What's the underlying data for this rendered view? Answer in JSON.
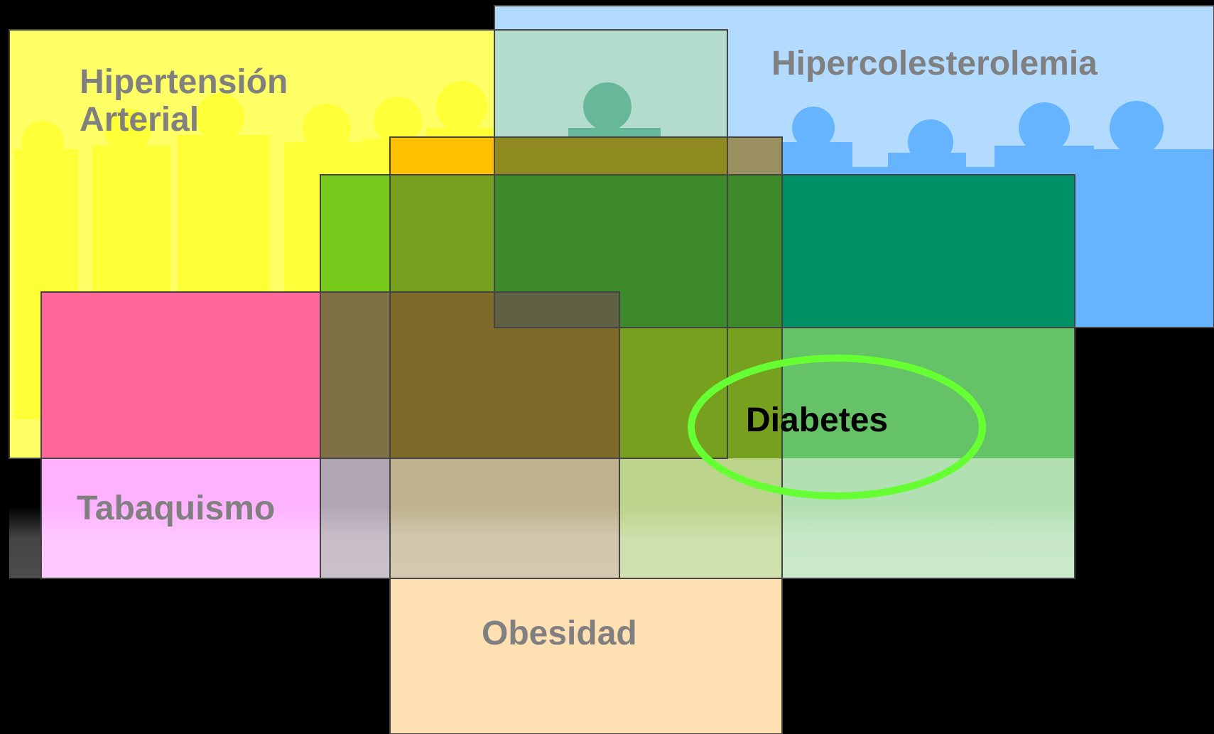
{
  "diagram": {
    "sets": [
      {
        "key": "hipertension",
        "label_lines": [
          "Hipertensión",
          "Arterial"
        ],
        "color": "#ffff66"
      },
      {
        "key": "hipercolesterolemia",
        "label_lines": [
          "Hipercolesterolemia"
        ],
        "color": "#66b3ff"
      },
      {
        "key": "tabaquismo",
        "label_lines": [
          "Tabaquismo"
        ],
        "color": "#ff66cc"
      },
      {
        "key": "obesidad",
        "label_lines": [
          "Obesidad"
        ],
        "color": "#ffc000"
      },
      {
        "key": "diabetes",
        "label_lines": [
          "Diabetes"
        ],
        "color": "#33cc33"
      }
    ],
    "highlight": {
      "target": "diabetes",
      "shape": "ellipse",
      "color": "#66ff33"
    }
  }
}
